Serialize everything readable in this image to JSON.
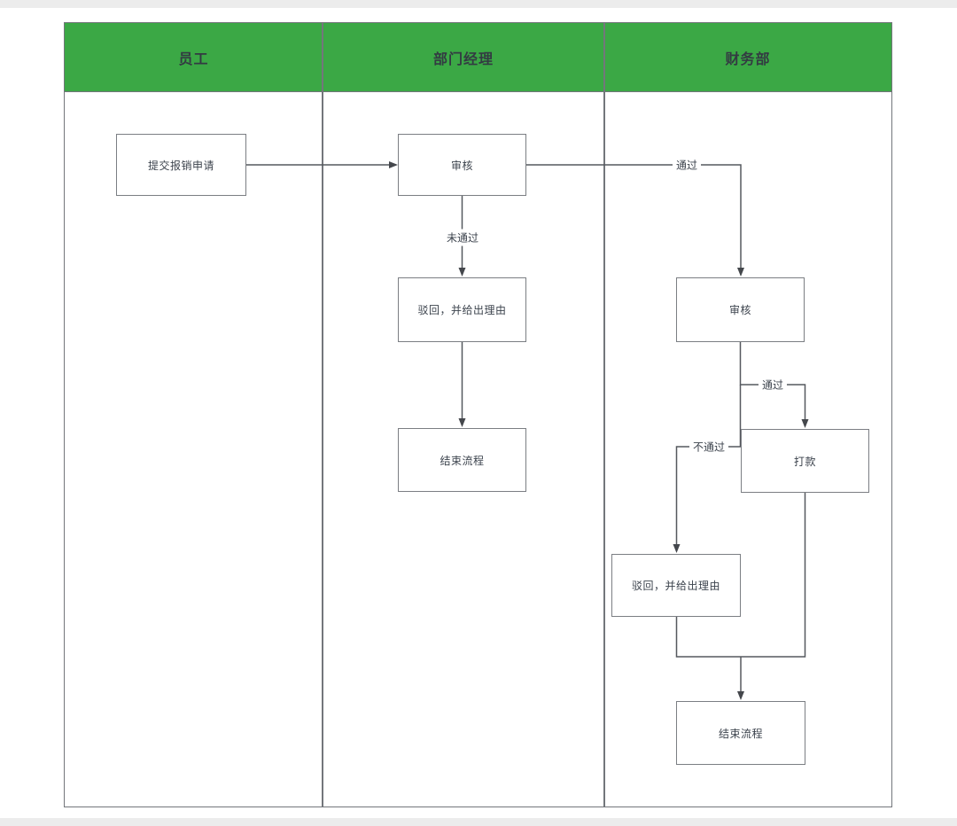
{
  "diagram": {
    "type": "swimlane-flowchart",
    "lanes": [
      {
        "label": "员工"
      },
      {
        "label": "部门经理"
      },
      {
        "label": "财务部"
      }
    ],
    "nodes": [
      {
        "id": "submit",
        "lane": "员工",
        "label": "提交报销申请"
      },
      {
        "id": "mgr_review",
        "lane": "部门经理",
        "label": "审核"
      },
      {
        "id": "mgr_reject",
        "lane": "部门经理",
        "label": "驳回，并给出理由"
      },
      {
        "id": "mgr_end",
        "lane": "部门经理",
        "label": "结束流程"
      },
      {
        "id": "fin_review",
        "lane": "财务部",
        "label": "审核"
      },
      {
        "id": "fin_pay",
        "lane": "财务部",
        "label": "打款"
      },
      {
        "id": "fin_reject",
        "lane": "财务部",
        "label": "驳回，并给出理由"
      },
      {
        "id": "fin_end",
        "lane": "财务部",
        "label": "结束流程"
      }
    ],
    "edges": [
      {
        "from": "submit",
        "to": "mgr_review",
        "label": ""
      },
      {
        "from": "mgr_review",
        "to": "fin_review",
        "label": "通过"
      },
      {
        "from": "mgr_review",
        "to": "mgr_reject",
        "label": "未通过"
      },
      {
        "from": "mgr_reject",
        "to": "mgr_end",
        "label": ""
      },
      {
        "from": "fin_review",
        "to": "fin_pay",
        "label": "通过"
      },
      {
        "from": "fin_review",
        "to": "fin_reject",
        "label": "不通过"
      },
      {
        "from": "fin_pay",
        "to": "fin_end",
        "label": ""
      },
      {
        "from": "fin_reject",
        "to": "fin_end",
        "label": ""
      }
    ],
    "colors": {
      "lane_header_bg": "#3BA845",
      "lane_header_text": "#333A42",
      "node_border": "#7B7E83",
      "node_text": "#3C434D",
      "connector": "#55585E"
    }
  }
}
